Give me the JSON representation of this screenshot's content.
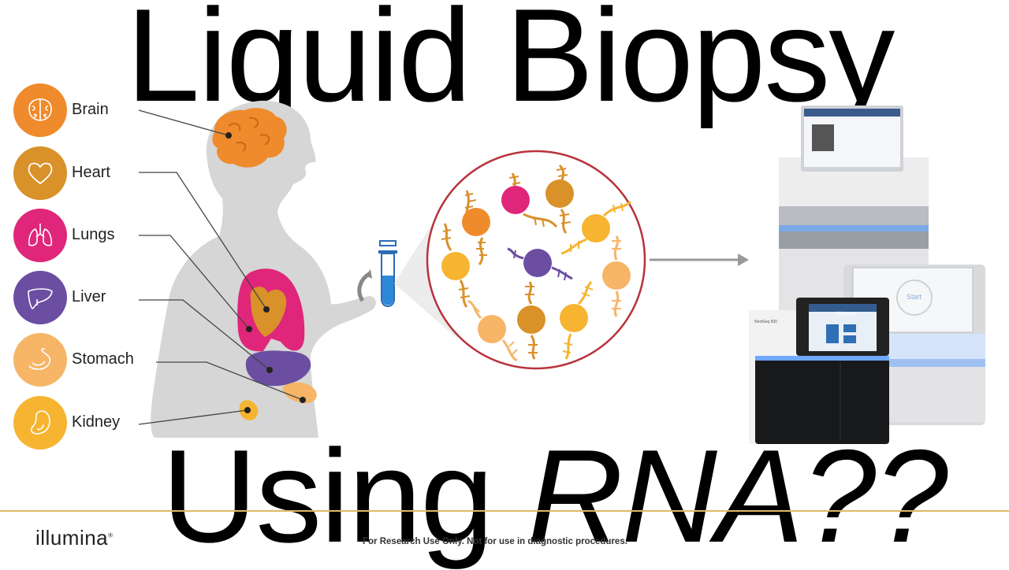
{
  "title": {
    "line1": "Liquid Biopsy",
    "line2_plain": "Using ",
    "line2_italic": "RNA",
    "line2_suffix": "??"
  },
  "organs": [
    {
      "label": "Brain",
      "color": "#ef8b2c",
      "icon": "brain-icon"
    },
    {
      "label": "Heart",
      "color": "#d9912a",
      "icon": "heart-icon"
    },
    {
      "label": "Lungs",
      "color": "#e0267a",
      "icon": "lungs-icon"
    },
    {
      "label": "Liver",
      "color": "#6b4ea2",
      "icon": "liver-icon"
    },
    {
      "label": "Stomach",
      "color": "#f6b567",
      "icon": "stomach-icon"
    },
    {
      "label": "Kidney",
      "color": "#f6b431",
      "icon": "kidney-icon"
    }
  ],
  "instruments": {
    "small_screen": "Welcome",
    "right_screen": "Start",
    "small_device_label": "NextSeq 500"
  },
  "footer": {
    "brand": "illumina",
    "disclaimer": "For Research Use Only. Not for use in diagnostic procedures."
  },
  "colors": {
    "accent_line": "#e2b867",
    "magnifier_ring": "#b8323b",
    "silhouette": "#d6d6d6"
  }
}
